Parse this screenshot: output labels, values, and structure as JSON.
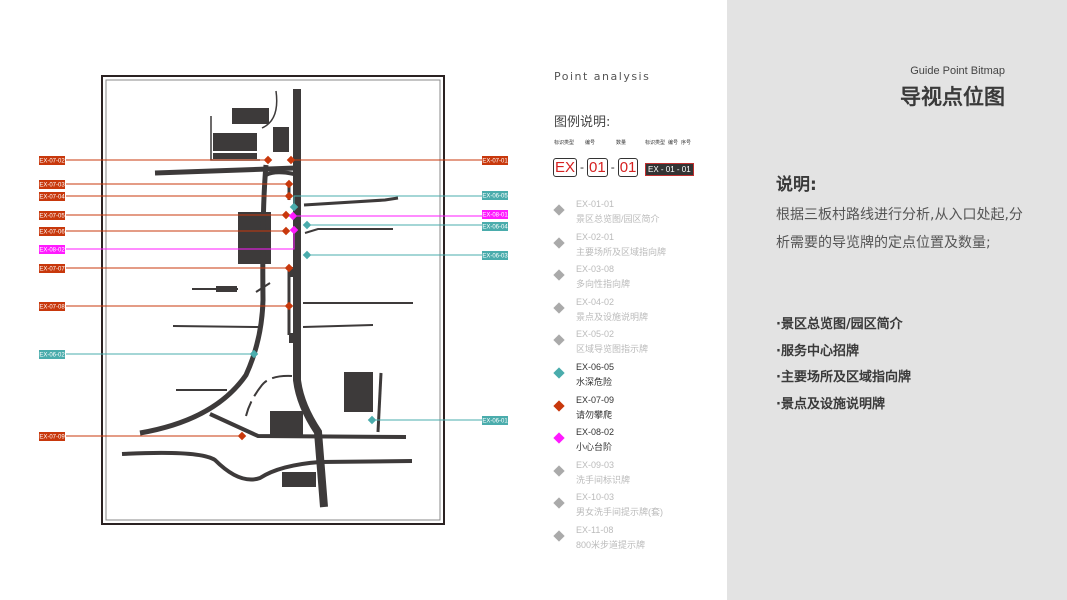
{
  "header": {
    "subtitle": "Guide Point Bitmap",
    "title": "导视点位图"
  },
  "description": {
    "heading": "说明:",
    "text": "根据三板村路线进行分析,从入口处起,分析需要的导览牌的定点位置及数量;",
    "bullets": [
      "·景区总览图/园区简介",
      "·服务中心招牌",
      "·主要场所及区域指向牌",
      "·景点及设施说明牌"
    ]
  },
  "legend": {
    "section_title": "Point analysis",
    "title": "图例说明:",
    "code_example": {
      "labels": [
        "标识类型",
        "编号",
        "数量"
      ],
      "parts": [
        "EX",
        "01",
        "01"
      ],
      "sep": "-"
    },
    "code_example2": {
      "labels": [
        "标识类型",
        "编号",
        "序号"
      ],
      "text": "EX - 01 - 01"
    },
    "items": [
      {
        "code": "EX-01-01",
        "name": "景区总览图/园区简介",
        "color": "#aaaaaa",
        "active": false
      },
      {
        "code": "EX-02-01",
        "name": "主要场所及区域指向牌",
        "color": "#aaaaaa",
        "active": false
      },
      {
        "code": "EX-03-08",
        "name": "多向性指向牌",
        "color": "#aaaaaa",
        "active": false
      },
      {
        "code": "EX-04-02",
        "name": "景点及设施说明牌",
        "color": "#aaaaaa",
        "active": false
      },
      {
        "code": "EX-05-02",
        "name": "区域导览图指示牌",
        "color": "#aaaaaa",
        "active": false
      },
      {
        "code": "EX-06-05",
        "name": "水深危险",
        "color": "#4aacac",
        "active": true
      },
      {
        "code": "EX-07-09",
        "name": "请勿攀爬",
        "color": "#c8380c",
        "active": true
      },
      {
        "code": "EX-08-02",
        "name": "小心台阶",
        "color": "#ff1aff",
        "active": true
      },
      {
        "code": "EX-09-03",
        "name": "洗手间标识牌",
        "color": "#aaaaaa",
        "active": false
      },
      {
        "code": "EX-10-03",
        "name": "男女洗手间提示牌(套)",
        "color": "#aaaaaa",
        "active": false
      },
      {
        "code": "EX-11-08",
        "name": "800米步道提示牌",
        "color": "#aaaaaa",
        "active": false
      }
    ]
  },
  "map": {
    "left_tags": [
      "EX-07-02",
      "EX-07-03",
      "EX-07-04",
      "EX-07-05",
      "EX-07-06",
      "EX-08-02",
      "EX-07-07",
      "EX-07-08",
      "EX-06-02",
      "EX-07-09"
    ],
    "right_tags": [
      "EX-07-01",
      "EX-06-05",
      "EX-08-01",
      "EX-06-04",
      "EX-06-03",
      "EX-06-01"
    ]
  }
}
